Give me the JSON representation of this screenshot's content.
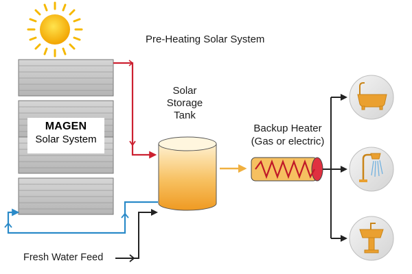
{
  "diagram": {
    "title": "Pre-Heating Solar System",
    "solar_system": {
      "line1": "MAGEN",
      "line2": "Solar System"
    },
    "storage_tank": {
      "line1": "Solar",
      "line2": "Storage",
      "line3": "Tank"
    },
    "backup_heater": {
      "line1": "Backup Heater",
      "line2": "(Gas or electric)"
    },
    "fresh_water_label": "Fresh Water Feed",
    "outlet_icons": [
      "bathtub-icon",
      "shower-icon",
      "sink-faucet-icon"
    ],
    "colors": {
      "hot_line": "#cc2030",
      "cold_line": "#2a8ac8",
      "feed_line": "#222222",
      "sun": "#f5b800",
      "tank": "#f2a735",
      "heater": "#e03040",
      "outlet_circle": "#e6e6e6",
      "outlet_icon": "#eaa030",
      "warm_arrow": "#f0b040"
    }
  }
}
